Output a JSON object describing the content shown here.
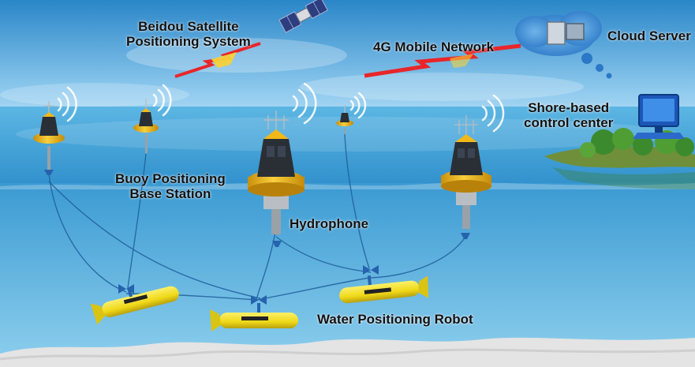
{
  "labels": {
    "beidou": [
      "Beidou Satellite",
      "Positioning System"
    ],
    "mobile": "4G Mobile Network",
    "cloud": "Cloud Server",
    "shore": [
      "Shore-based",
      "control center"
    ],
    "buoy_station": [
      "Buoy Positioning",
      "Base Station"
    ],
    "hydrophone": "Hydrophone",
    "robot": "Water Positioning Robot"
  },
  "colors": {
    "sky_top": "#2a86c8",
    "sky_bottom": "#e4f3fb",
    "sea_surface": "#3f9fd4",
    "underwater_top": "#3b9ad2",
    "underwater_bottom": "#8fd0ee",
    "seabed": "#e4e4e4",
    "buoy_yellow": "#f2b81a",
    "robot_yellow": "#f2e21c",
    "signal_red": "#e8262a",
    "signal_yellow": "#f5d23a"
  },
  "icons": [
    "satellite-icon",
    "cloud-icon",
    "computer-monitor-icon",
    "buoy-icon",
    "hydrophone-icon",
    "robot-icon",
    "wifi-signal-icon",
    "lightning-link-icon",
    "island-icon"
  ]
}
